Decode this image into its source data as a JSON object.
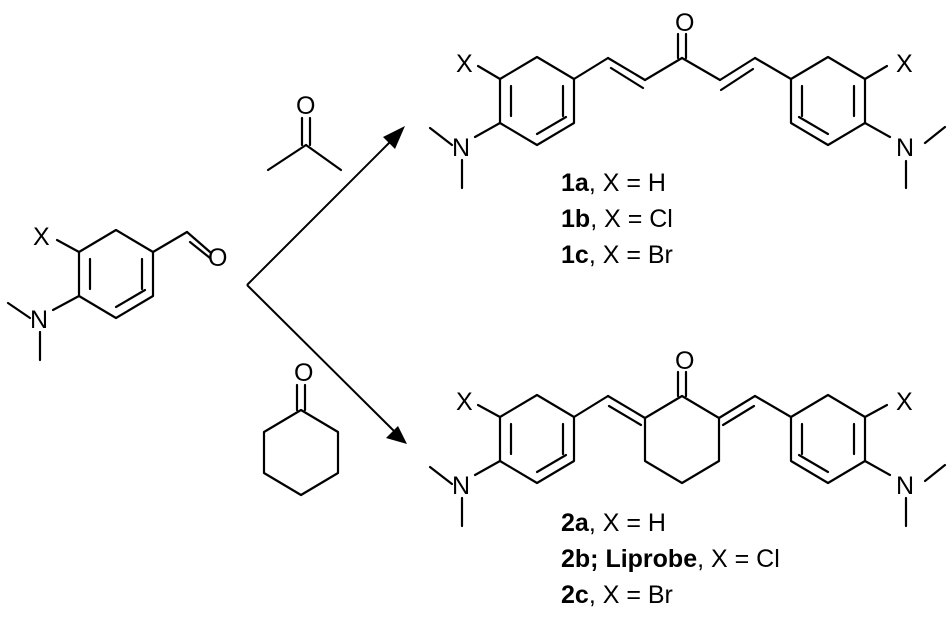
{
  "atoms": {
    "x": "X",
    "n": "N",
    "o": "O"
  },
  "products": {
    "series1": [
      {
        "id": "1a",
        "rest": ", X = H"
      },
      {
        "id": "1b",
        "rest": ", X = Cl"
      },
      {
        "id": "1c",
        "rest": ", X = Br"
      }
    ],
    "series2": [
      {
        "id": "2a",
        "rest": ", X = H"
      },
      {
        "id": "2b; Liprobe",
        "rest": ", X = Cl"
      },
      {
        "id": "2c",
        "rest": ", X = Br"
      }
    ]
  }
}
